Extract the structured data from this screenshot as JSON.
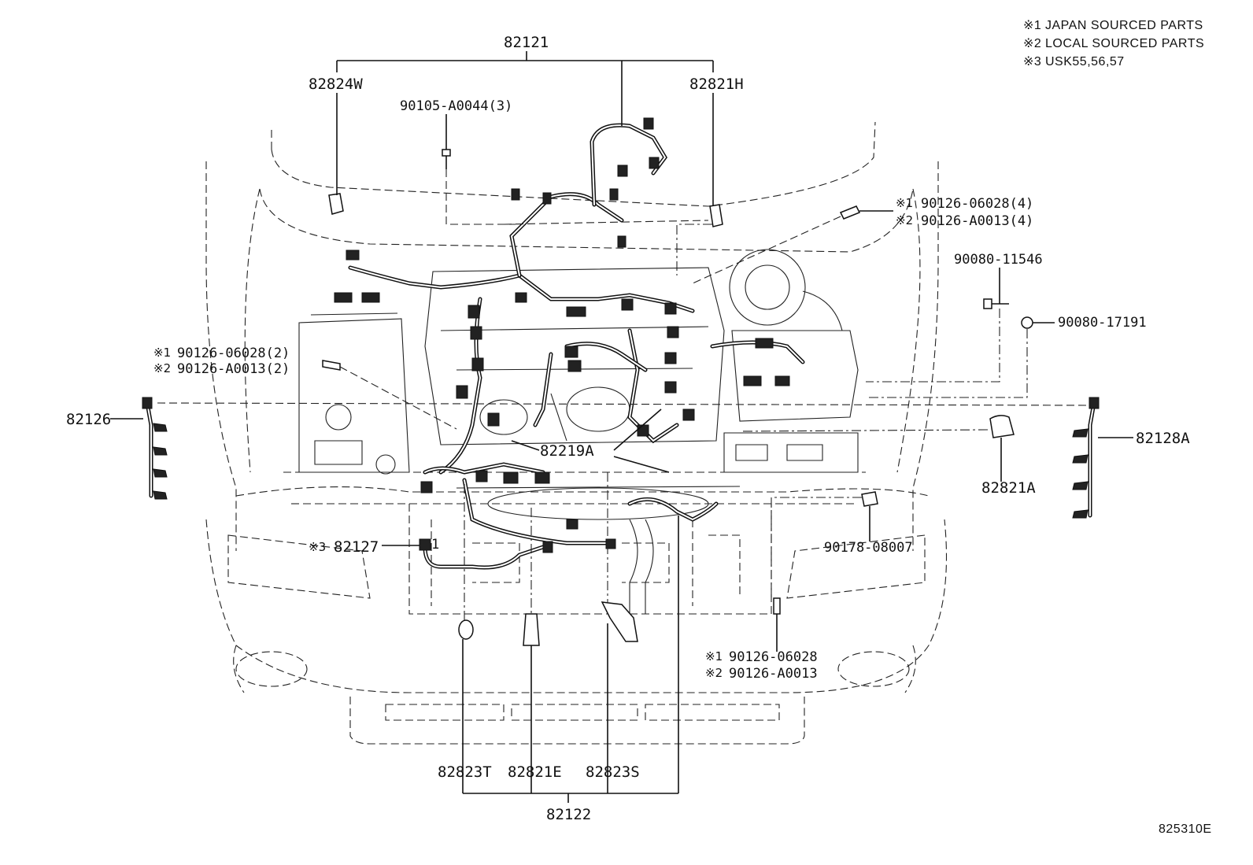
{
  "legend": [
    {
      "mark": "※1",
      "text": "JAPAN SOURCED PARTS"
    },
    {
      "mark": "※2",
      "text": "LOCAL SOURCED PARTS"
    },
    {
      "mark": "※3",
      "text": "USK55,56,57"
    }
  ],
  "labels": {
    "p82121": "82121",
    "p82824W": "82824W",
    "p82821H": "82821H",
    "p90105": "90105-A0044(3)",
    "p90126_4_j": "90126-06028(4)",
    "p90126_4_l": "90126-A0013(4)",
    "p90080_11546": "90080-11546",
    "p90080_17191": "90080-17191",
    "p90126_2_j": "90126-06028(2)",
    "p90126_2_l": "90126-A0013(2)",
    "p82126": "82126",
    "p82128A": "82128A",
    "p82219A": "82219A",
    "p82821A": "82821A",
    "p82127": "82127",
    "p90178": "90178-08007",
    "p90126_1_j": "90126-06028",
    "p90126_1_l": "90126-A0013",
    "p82823T": "82823T",
    "p82821E": "82821E",
    "p82823S": "82823S",
    "p82122": "82122",
    "p82127_pin": "1",
    "diagram_code": "825310E"
  },
  "marks": {
    "m1": "※1",
    "m2": "※2",
    "m3": "※3"
  }
}
